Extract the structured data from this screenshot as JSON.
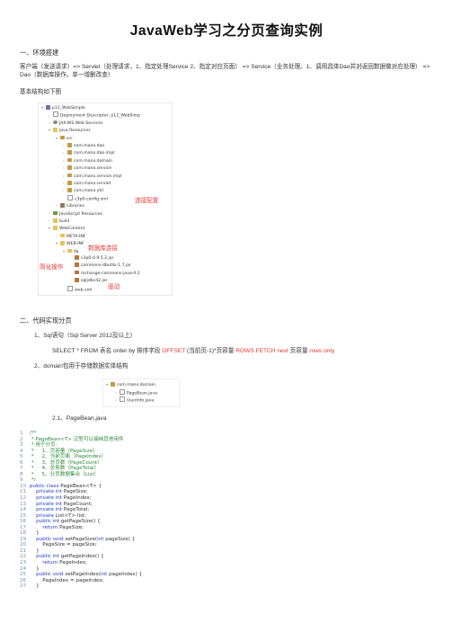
{
  "title": "JavaWeb学习之分页查询实例",
  "sections": {
    "s1_heading": "一、环境搭建",
    "s1_para": "客户端（发送请求）=> Servlet（处理请求，1、指定处理Service 2、指定对应页面） => Service（业务处理。1、调用具体Dao并对返回数据做对应处理） => Dao（数据库操作。单一增删改查）",
    "s1_struct": "基本结构如下图",
    "s2_heading": "二、代码实现分页",
    "s2_item1": "1、Sql语句（Sql Server 2012及以上）",
    "s2_item2": "2、domain包用于存储数据实体结构",
    "s2_sub": "2.1、PageBean.java"
  },
  "sql": {
    "prefix": "SELECT * FROM 表名 order by 排序字段 ",
    "kw1": "OFFSET",
    "mid": " (当前页-1)*页容量 ",
    "kw2": "ROWS FETCH next",
    "mid2": " 页容量 ",
    "kw3": "rows only"
  },
  "tree": [
    {
      "label": "p12_WebSimple",
      "icon": "proj",
      "indent": 0,
      "exp": "▾"
    },
    {
      "label": "Deployment Descriptor: p12_WebSimp",
      "icon": "file",
      "indent": 1,
      "exp": "›"
    },
    {
      "label": "JAX-WS Web Services",
      "icon": "gear",
      "indent": 1,
      "exp": "›"
    },
    {
      "label": "Java Resources",
      "icon": "folder",
      "indent": 1,
      "exp": "▾"
    },
    {
      "label": "src",
      "icon": "pkg",
      "indent": 2,
      "exp": "▾"
    },
    {
      "label": "com.mano.dao",
      "icon": "pkg",
      "indent": 3,
      "exp": "›"
    },
    {
      "label": "com.mano.dao.impl",
      "icon": "pkg",
      "indent": 3,
      "exp": "›"
    },
    {
      "label": "com.mano.domain",
      "icon": "pkg",
      "indent": 3,
      "exp": "›"
    },
    {
      "label": "com.mano.service",
      "icon": "pkg",
      "indent": 3,
      "exp": "›"
    },
    {
      "label": "com.mano.service.impl",
      "icon": "pkg",
      "indent": 3,
      "exp": "›"
    },
    {
      "label": "com.mano.servlet",
      "icon": "pkg",
      "indent": 3,
      "exp": "›"
    },
    {
      "label": "com.mano.util",
      "icon": "pkg",
      "indent": 3,
      "exp": "›"
    },
    {
      "label": "c3p0-config.xml",
      "icon": "file",
      "indent": 3,
      "exp": ""
    },
    {
      "label": "Libraries",
      "icon": "lib",
      "indent": 2,
      "exp": "›"
    },
    {
      "label": "JavaScript Resources",
      "icon": "js",
      "indent": 1,
      "exp": "›"
    },
    {
      "label": "build",
      "icon": "folder",
      "indent": 1,
      "exp": "›"
    },
    {
      "label": "WebContent",
      "icon": "folder",
      "indent": 1,
      "exp": "▾"
    },
    {
      "label": "META-INF",
      "icon": "folder",
      "indent": 2,
      "exp": "›"
    },
    {
      "label": "WEB-INF",
      "icon": "folder",
      "indent": 2,
      "exp": "▾"
    },
    {
      "label": "lib",
      "icon": "folder",
      "indent": 3,
      "exp": "▾"
    },
    {
      "label": "c3p0-0.9.5.2.jar",
      "icon": "jar",
      "indent": 4,
      "exp": ""
    },
    {
      "label": "commons-dbutils-1.7.jar",
      "icon": "jar",
      "indent": 4,
      "exp": ""
    },
    {
      "label": "mchange-commons-java-0.2",
      "icon": "jar",
      "indent": 4,
      "exp": ""
    },
    {
      "label": "sqljdbc42.jar",
      "icon": "jar",
      "indent": 4,
      "exp": ""
    },
    {
      "label": "web.xml",
      "icon": "file",
      "indent": 3,
      "exp": ""
    }
  ],
  "annotations": {
    "pool_config": "连接配置",
    "db_connect": "数据库连接",
    "simplify": "简化操作",
    "driver": "驱动"
  },
  "tree2": [
    {
      "label": "com.mano.domain",
      "icon": "pkg",
      "indent": 0,
      "exp": "▾"
    },
    {
      "label": "PageBean.java",
      "icon": "file",
      "indent": 1,
      "exp": "›"
    },
    {
      "label": "UserInfo.java",
      "icon": "file",
      "indent": 1,
      "exp": "›"
    }
  ],
  "code_lines": [
    [
      {
        "t": "/**",
        "c": "cm"
      }
    ],
    [
      {
        "t": " * PageBean<T> 泛型可以接纳其他用件",
        "c": "cm"
      }
    ],
    [
      {
        "t": " * 用于分页:",
        "c": "cm"
      }
    ],
    [
      {
        "t": " *     1、页容量（PageSize）",
        "c": "cm"
      }
    ],
    [
      {
        "t": " *     2、当前页面（PageIndex）",
        "c": "cm"
      }
    ],
    [
      {
        "t": " *     3、总页数（PageCount）",
        "c": "cm"
      }
    ],
    [
      {
        "t": " *     4、总条数（PageTotal）",
        "c": "cm"
      }
    ],
    [
      {
        "t": " *     5、分页数据集合（List）",
        "c": "cm"
      }
    ],
    [
      {
        "t": " */",
        "c": "cm"
      }
    ],
    [
      {
        "t": "public class ",
        "c": "kw"
      },
      {
        "t": "PageBean<T> {",
        "c": "tx"
      }
    ],
    [
      {
        "t": "    private int ",
        "c": "kw"
      },
      {
        "t": "PageSize;",
        "c": "tx"
      }
    ],
    [
      {
        "t": "    private int ",
        "c": "kw"
      },
      {
        "t": "PageIndex;",
        "c": "tx"
      }
    ],
    [
      {
        "t": "    private int ",
        "c": "kw"
      },
      {
        "t": "PageCount;",
        "c": "tx"
      }
    ],
    [
      {
        "t": "    private int ",
        "c": "kw"
      },
      {
        "t": "PageTotal;",
        "c": "tx"
      }
    ],
    [
      {
        "t": "    private ",
        "c": "kw"
      },
      {
        "t": "List<T> list;",
        "c": "tx"
      }
    ],
    [
      {
        "t": "    public int ",
        "c": "kw"
      },
      {
        "t": "getPageSize() {",
        "c": "tx"
      }
    ],
    [
      {
        "t": "        return ",
        "c": "kw"
      },
      {
        "t": "PageSize;",
        "c": "tx"
      }
    ],
    [
      {
        "t": "    }",
        "c": "tx"
      }
    ],
    [
      {
        "t": "    public void ",
        "c": "kw"
      },
      {
        "t": "setPageSize(",
        "c": "tx"
      },
      {
        "t": "int ",
        "c": "kw"
      },
      {
        "t": "pageSize) {",
        "c": "tx"
      }
    ],
    [
      {
        "t": "        PageSize = pageSize;",
        "c": "tx"
      }
    ],
    [
      {
        "t": "    }",
        "c": "tx"
      }
    ],
    [
      {
        "t": "    public int ",
        "c": "kw"
      },
      {
        "t": "getPageIndex() {",
        "c": "tx"
      }
    ],
    [
      {
        "t": "        return ",
        "c": "kw"
      },
      {
        "t": "PageIndex;",
        "c": "tx"
      }
    ],
    [
      {
        "t": "    }",
        "c": "tx"
      }
    ],
    [
      {
        "t": "    public void ",
        "c": "kw"
      },
      {
        "t": "setPageIndex(",
        "c": "tx"
      },
      {
        "t": "int ",
        "c": "kw"
      },
      {
        "t": "pageIndex) {",
        "c": "tx"
      }
    ],
    [
      {
        "t": "        PageIndex = pageIndex;",
        "c": "tx"
      }
    ],
    [
      {
        "t": "    }",
        "c": "tx"
      }
    ]
  ]
}
